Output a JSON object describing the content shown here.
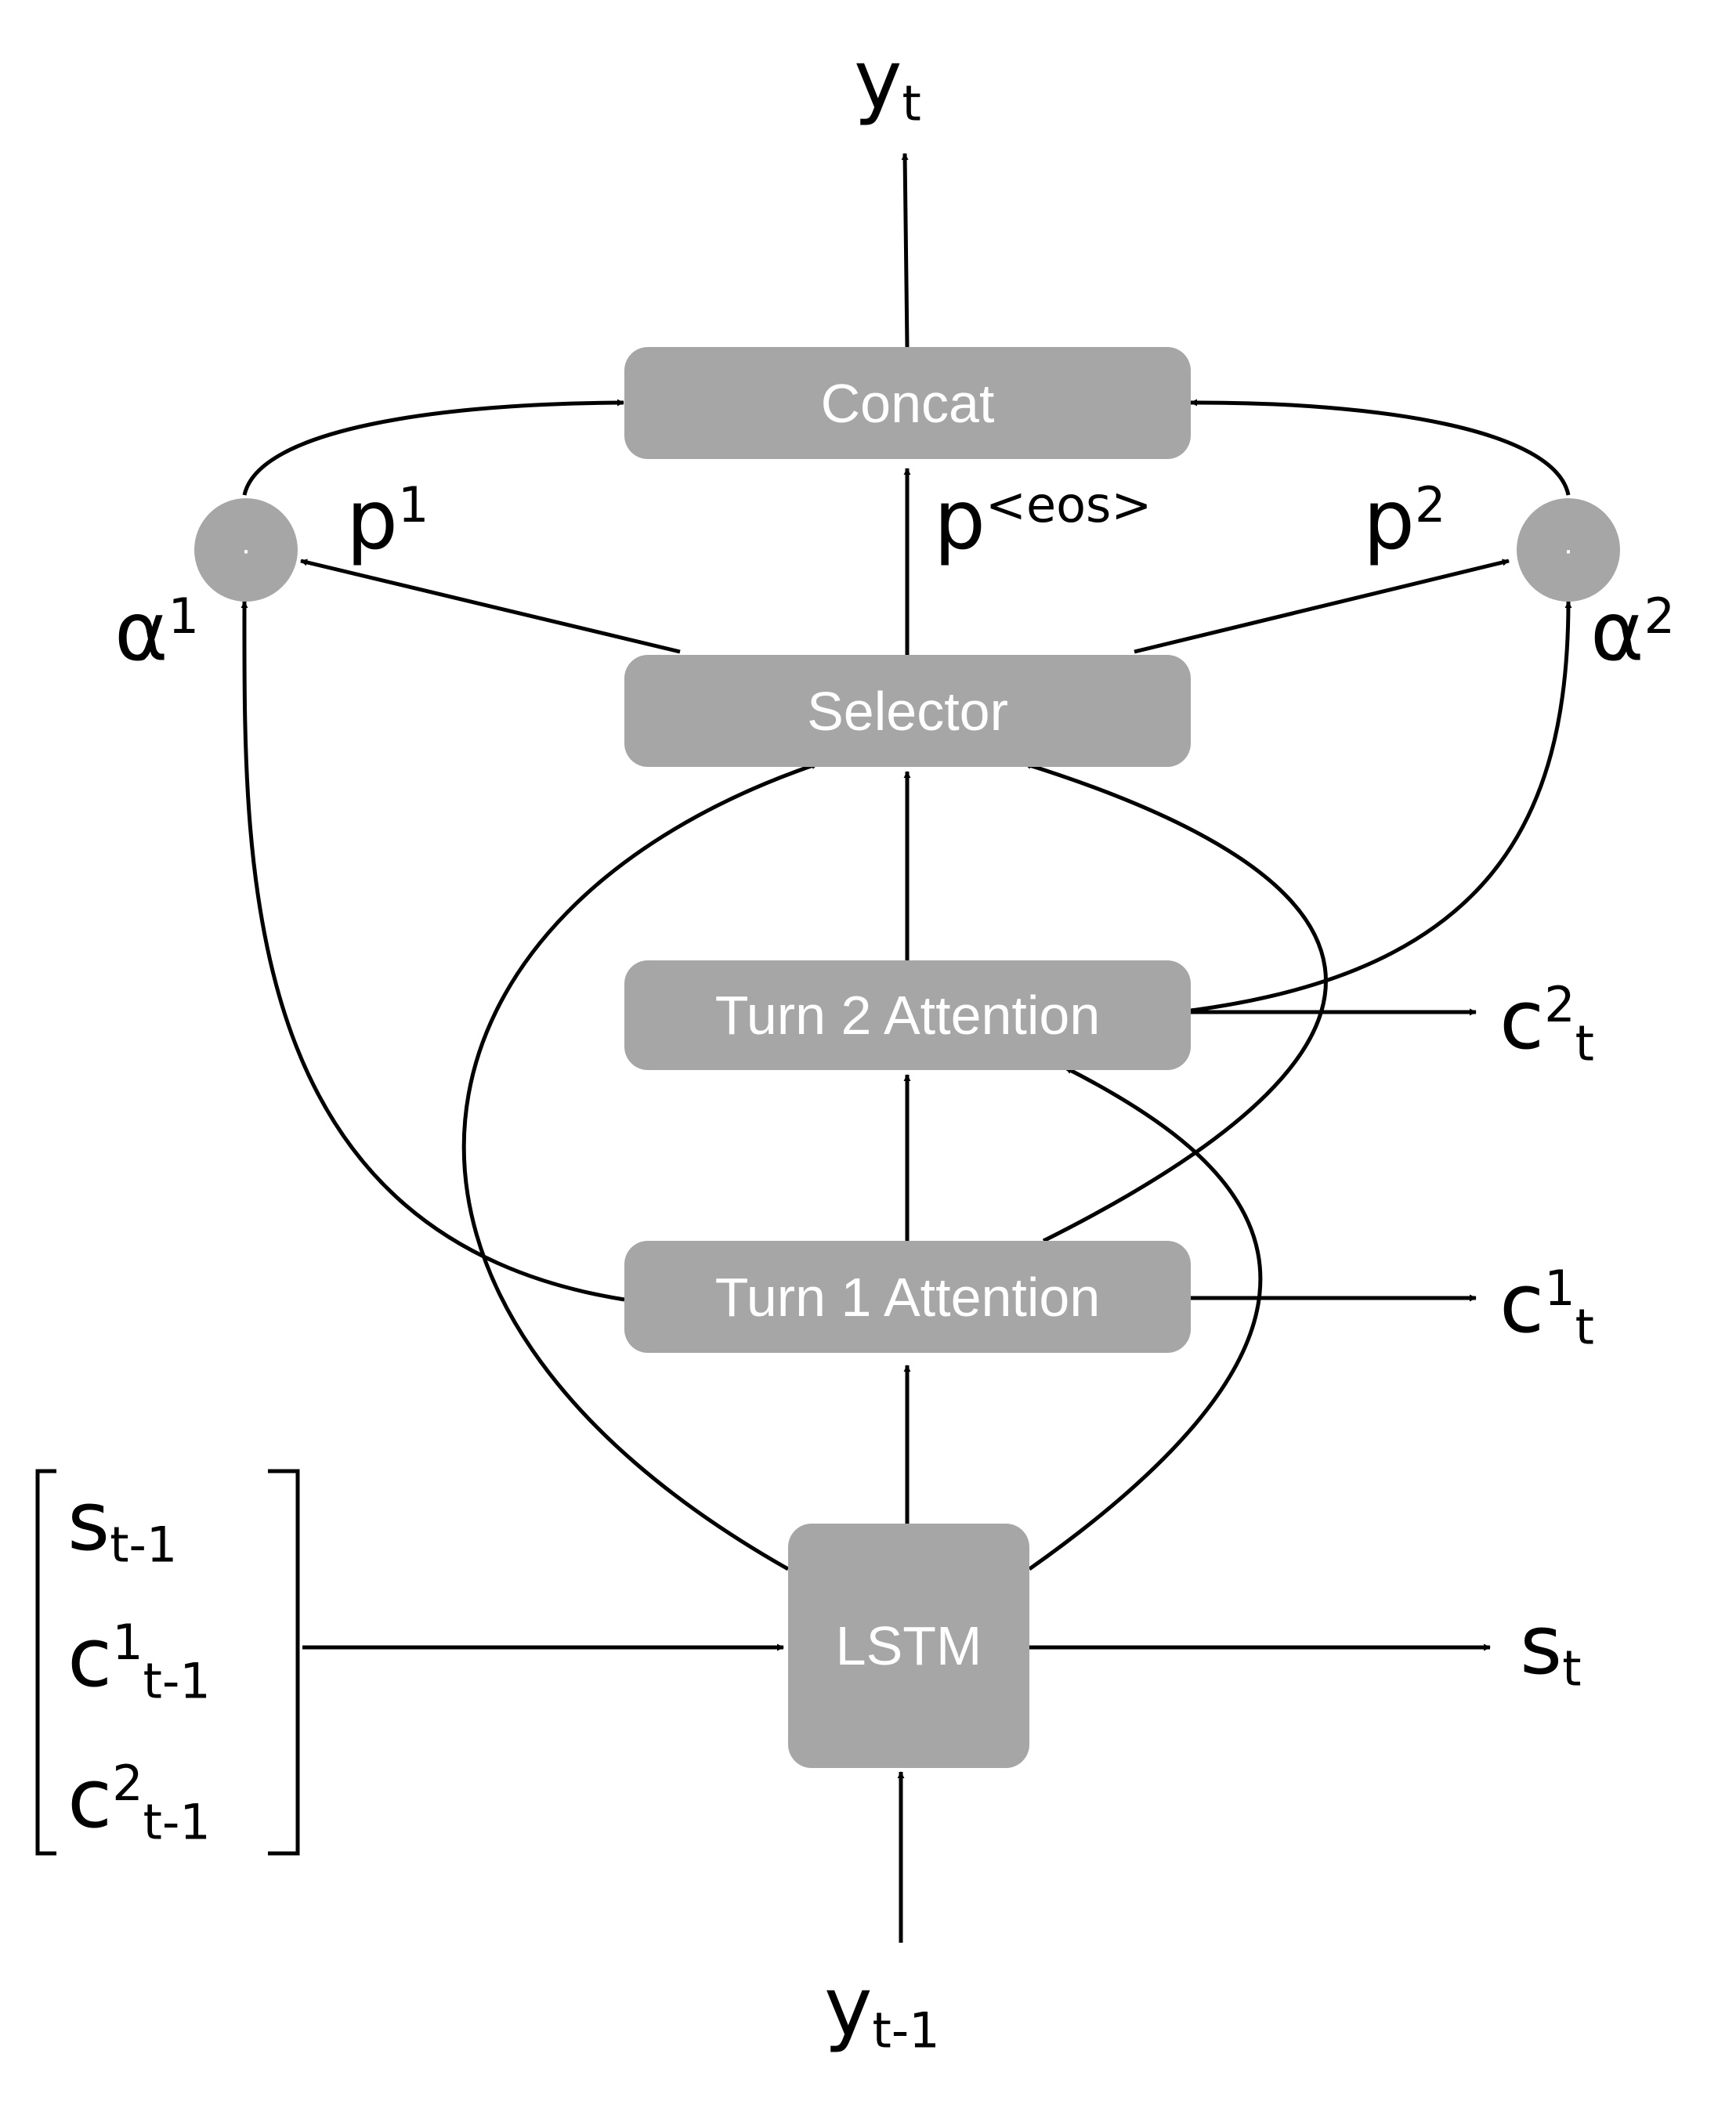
{
  "boxes": {
    "concat": "Concat",
    "selector": "Selector",
    "turn2": "Turn 2 Attention",
    "turn1": "Turn 1 Attention",
    "lstm": "LSTM"
  },
  "product_symbol": "·",
  "labels": {
    "y_t": {
      "base": "y",
      "sub": "t"
    },
    "y_prev": {
      "base": "y",
      "sub": "t-1"
    },
    "s_t": {
      "base": "s",
      "sub": "t"
    },
    "p1": {
      "base": "p",
      "sup": "1"
    },
    "p2": {
      "base": "p",
      "sup": "2"
    },
    "p_eos": {
      "base": "p",
      "sup": "<eos>"
    },
    "alpha1": {
      "base": "α",
      "sup": "1"
    },
    "alpha2": {
      "base": "α",
      "sup": "2"
    },
    "c2t": {
      "base": "c",
      "sup": "2",
      "sub": "t"
    },
    "c1t": {
      "base": "c",
      "sup": "1",
      "sub": "t"
    },
    "input_vector": [
      {
        "base": "s",
        "sub": "t-1"
      },
      {
        "base": "c",
        "sup": "1",
        "sub": "t-1"
      },
      {
        "base": "c",
        "sup": "2",
        "sub": "t-1"
      }
    ]
  }
}
